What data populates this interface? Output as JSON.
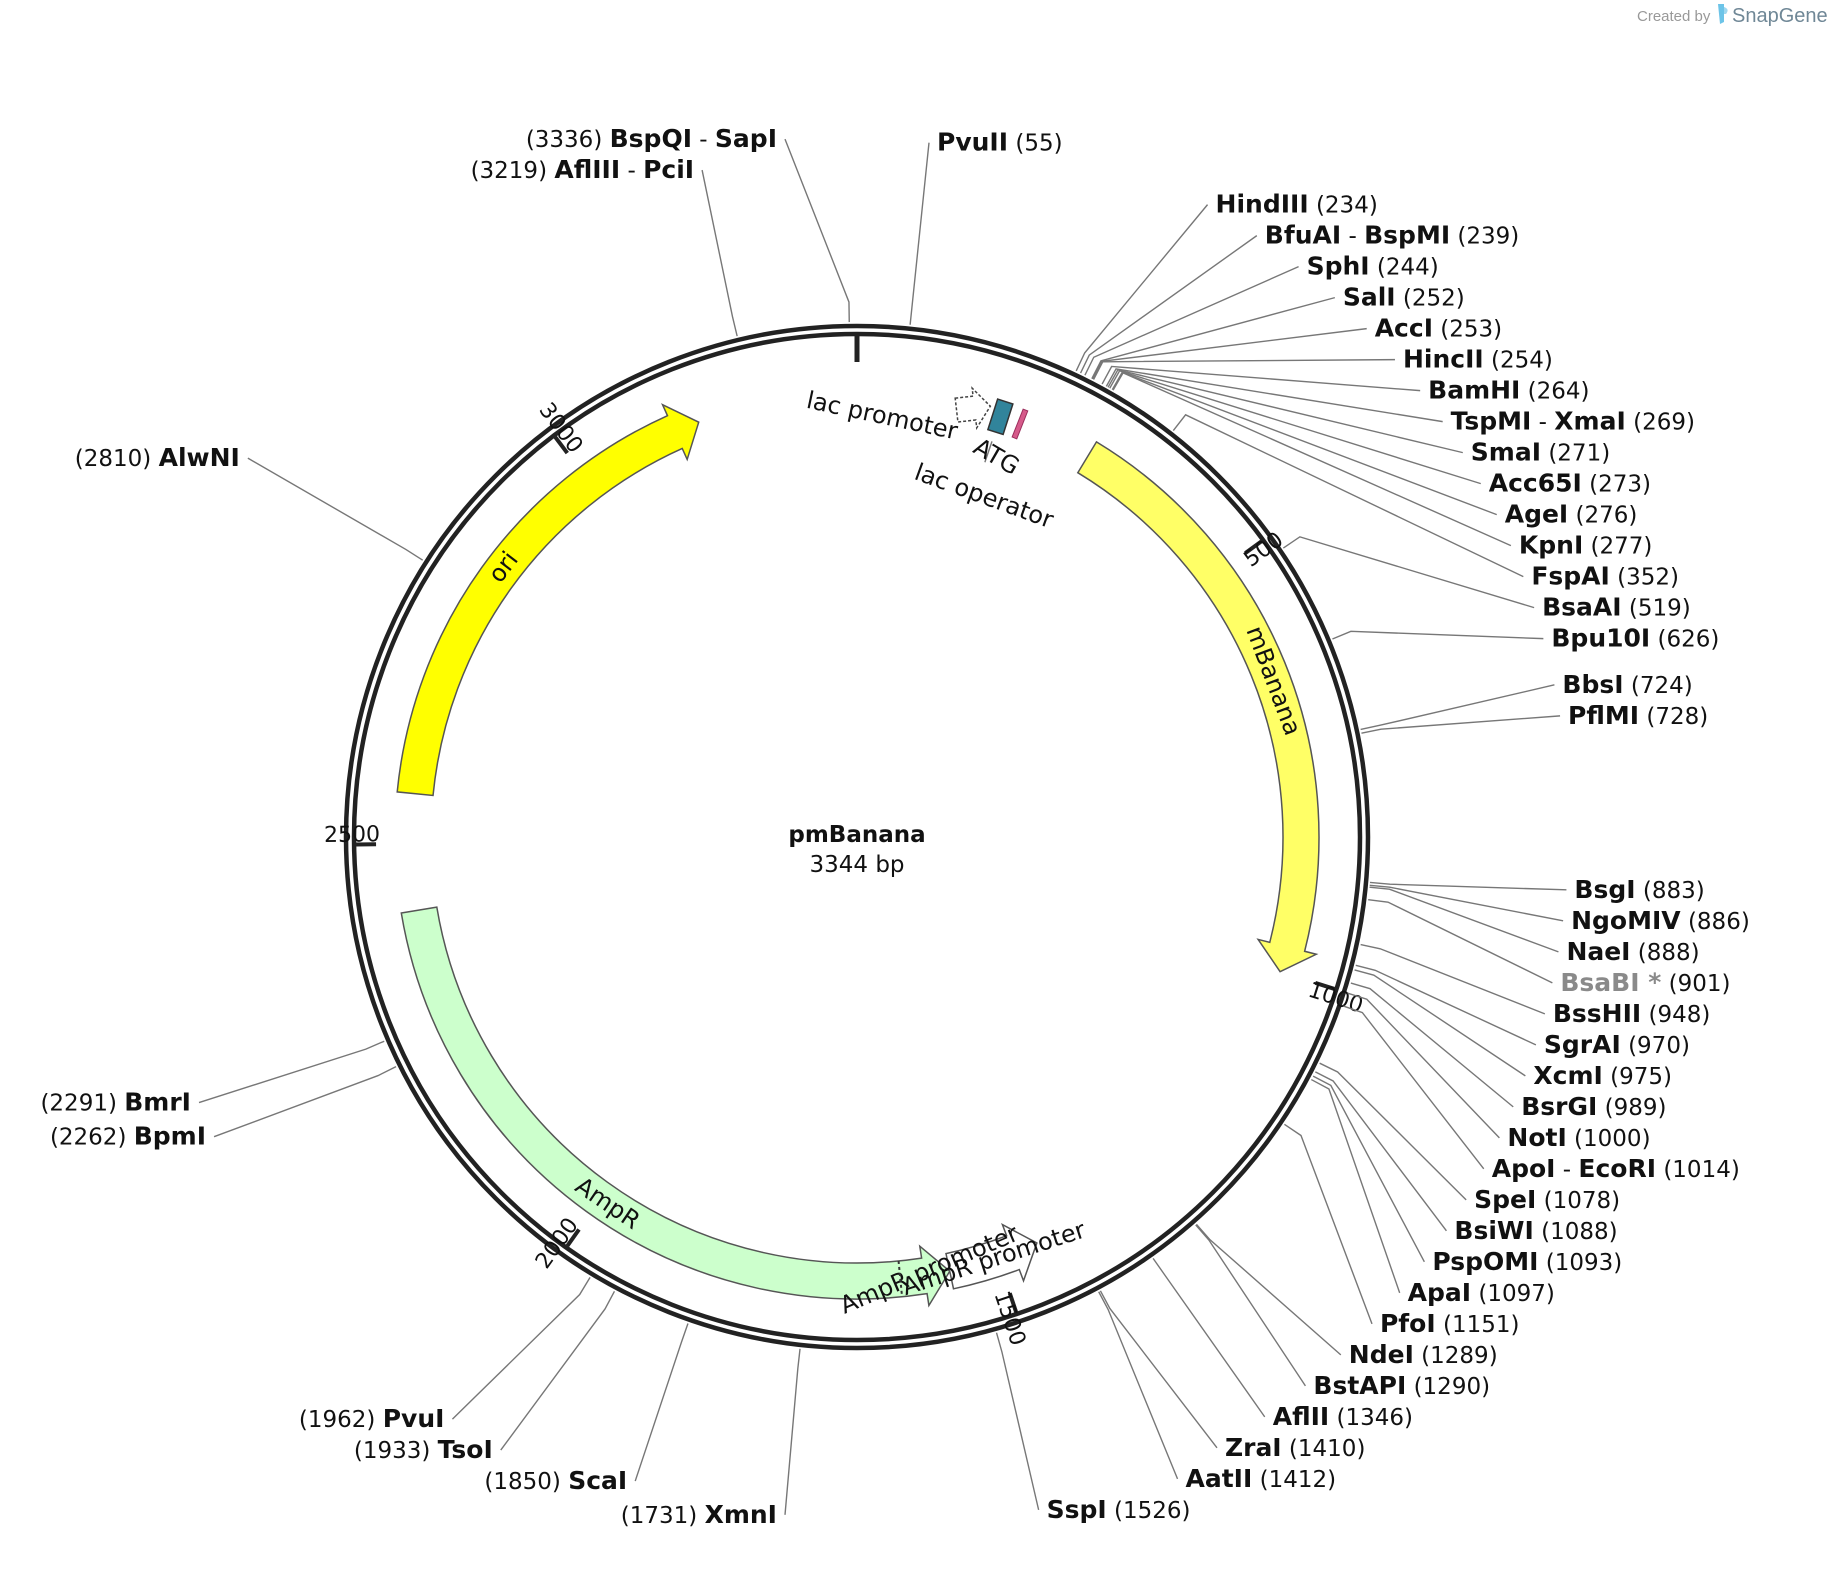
{
  "credit": {
    "prefix": "Created by",
    "brand": "SnapGene"
  },
  "plasmid": {
    "name": "pmBanana",
    "size_label": "3344 bp",
    "length": 3344
  },
  "ticks": [
    {
      "bp": 500,
      "label": "500"
    },
    {
      "bp": 1000,
      "label": "1000"
    },
    {
      "bp": 1500,
      "label": "1500"
    },
    {
      "bp": 2000,
      "label": "2000"
    },
    {
      "bp": 2500,
      "label": "2500"
    },
    {
      "bp": 3000,
      "label": "3000"
    }
  ],
  "features": [
    {
      "name": "mBanana",
      "start": 290,
      "end": 1000,
      "direction": "cw",
      "color": "#ffff66"
    },
    {
      "name": "AmpR",
      "start": 1560,
      "end": 2420,
      "direction": "ccw",
      "color": "#ccffcc"
    },
    {
      "name": "ori",
      "start": 2560,
      "end": 3150,
      "direction": "cw",
      "color": "#ffff00"
    },
    {
      "name": "AmpR promoter",
      "start": 1450,
      "end": 1560,
      "direction": "ccw",
      "color": "#ffffff"
    },
    {
      "name": "lac promoter",
      "start": 125,
      "end": 155,
      "direction": "cw",
      "color": "#ffffff"
    },
    {
      "name": "lac operator",
      "start": 165,
      "end": 185,
      "direction": "cw",
      "color": "#31849b"
    },
    {
      "name": "ATG",
      "start": 200,
      "end": 203,
      "direction": "cw",
      "color": "#d65a8a"
    }
  ],
  "sites": [
    {
      "names": [
        "BspQI",
        "SapI"
      ],
      "pos": "(3336)",
      "bp": 3336
    },
    {
      "names": [
        "AflIII",
        "PciI"
      ],
      "pos": "(3219)",
      "bp": 3219
    },
    {
      "names": [
        "PvuII"
      ],
      "pos": "(55)",
      "bp": 55
    },
    {
      "names": [
        "HindIII"
      ],
      "pos": "(234)",
      "bp": 234
    },
    {
      "names": [
        "BfuAI",
        "BspMI"
      ],
      "pos": "(239)",
      "bp": 239
    },
    {
      "names": [
        "SphI"
      ],
      "pos": "(244)",
      "bp": 244
    },
    {
      "names": [
        "SalI"
      ],
      "pos": "(252)",
      "bp": 252
    },
    {
      "names": [
        "AccI"
      ],
      "pos": "(253)",
      "bp": 253
    },
    {
      "names": [
        "HincII"
      ],
      "pos": "(254)",
      "bp": 254
    },
    {
      "names": [
        "BamHI"
      ],
      "pos": "(264)",
      "bp": 264
    },
    {
      "names": [
        "TspMI",
        "XmaI"
      ],
      "pos": "(269)",
      "bp": 269
    },
    {
      "names": [
        "SmaI"
      ],
      "pos": "(271)",
      "bp": 271
    },
    {
      "names": [
        "Acc65I"
      ],
      "pos": "(273)",
      "bp": 273
    },
    {
      "names": [
        "AgeI"
      ],
      "pos": "(276)",
      "bp": 276
    },
    {
      "names": [
        "KpnI"
      ],
      "pos": "(277)",
      "bp": 277
    },
    {
      "names": [
        "FspAI"
      ],
      "pos": "(352)",
      "bp": 352
    },
    {
      "names": [
        "BsaAI"
      ],
      "pos": "(519)",
      "bp": 519
    },
    {
      "names": [
        "Bpu10I"
      ],
      "pos": "(626)",
      "bp": 626
    },
    {
      "names": [
        "BbsI"
      ],
      "pos": "(724)",
      "bp": 724
    },
    {
      "names": [
        "PflMI"
      ],
      "pos": "(728)",
      "bp": 728
    },
    {
      "names": [
        "BsgI"
      ],
      "pos": "(883)",
      "bp": 883
    },
    {
      "names": [
        "NgoMIV"
      ],
      "pos": "(886)",
      "bp": 886
    },
    {
      "names": [
        "NaeI"
      ],
      "pos": "(888)",
      "bp": 888
    },
    {
      "names": [
        "BsaBI *"
      ],
      "pos": "(901)",
      "bp": 901,
      "gray": true
    },
    {
      "names": [
        "BssHII"
      ],
      "pos": "(948)",
      "bp": 948
    },
    {
      "names": [
        "SgrAI"
      ],
      "pos": "(970)",
      "bp": 970
    },
    {
      "names": [
        "XcmI"
      ],
      "pos": "(975)",
      "bp": 975
    },
    {
      "names": [
        "BsrGI"
      ],
      "pos": "(989)",
      "bp": 989
    },
    {
      "names": [
        "NotI"
      ],
      "pos": "(1000)",
      "bp": 1000
    },
    {
      "names": [
        "ApoI",
        "EcoRI"
      ],
      "pos": "(1014)",
      "bp": 1014
    },
    {
      "names": [
        "SpeI"
      ],
      "pos": "(1078)",
      "bp": 1078
    },
    {
      "names": [
        "BsiWI"
      ],
      "pos": "(1088)",
      "bp": 1088
    },
    {
      "names": [
        "PspOMI"
      ],
      "pos": "(1093)",
      "bp": 1093
    },
    {
      "names": [
        "ApaI"
      ],
      "pos": "(1097)",
      "bp": 1097
    },
    {
      "names": [
        "PfoI"
      ],
      "pos": "(1151)",
      "bp": 1151
    },
    {
      "names": [
        "NdeI"
      ],
      "pos": "(1289)",
      "bp": 1289
    },
    {
      "names": [
        "BstAPI"
      ],
      "pos": "(1290)",
      "bp": 1290
    },
    {
      "names": [
        "AflII"
      ],
      "pos": "(1346)",
      "bp": 1346
    },
    {
      "names": [
        "ZraI"
      ],
      "pos": "(1410)",
      "bp": 1410
    },
    {
      "names": [
        "AatII"
      ],
      "pos": "(1412)",
      "bp": 1412
    },
    {
      "names": [
        "SspI"
      ],
      "pos": "(1526)",
      "bp": 1526
    },
    {
      "names": [
        "XmnI"
      ],
      "pos": "(1731)",
      "bp": 1731
    },
    {
      "names": [
        "ScaI"
      ],
      "pos": "(1850)",
      "bp": 1850
    },
    {
      "names": [
        "TsoI"
      ],
      "pos": "(1933)",
      "bp": 1933
    },
    {
      "names": [
        "PvuI"
      ],
      "pos": "(1962)",
      "bp": 1962
    },
    {
      "names": [
        "BpmI"
      ],
      "pos": "(2262)",
      "bp": 2262
    },
    {
      "names": [
        "BmrI"
      ],
      "pos": "(2291)",
      "bp": 2291
    },
    {
      "names": [
        "AlwNI"
      ],
      "pos": "(2810)",
      "bp": 2810
    }
  ]
}
